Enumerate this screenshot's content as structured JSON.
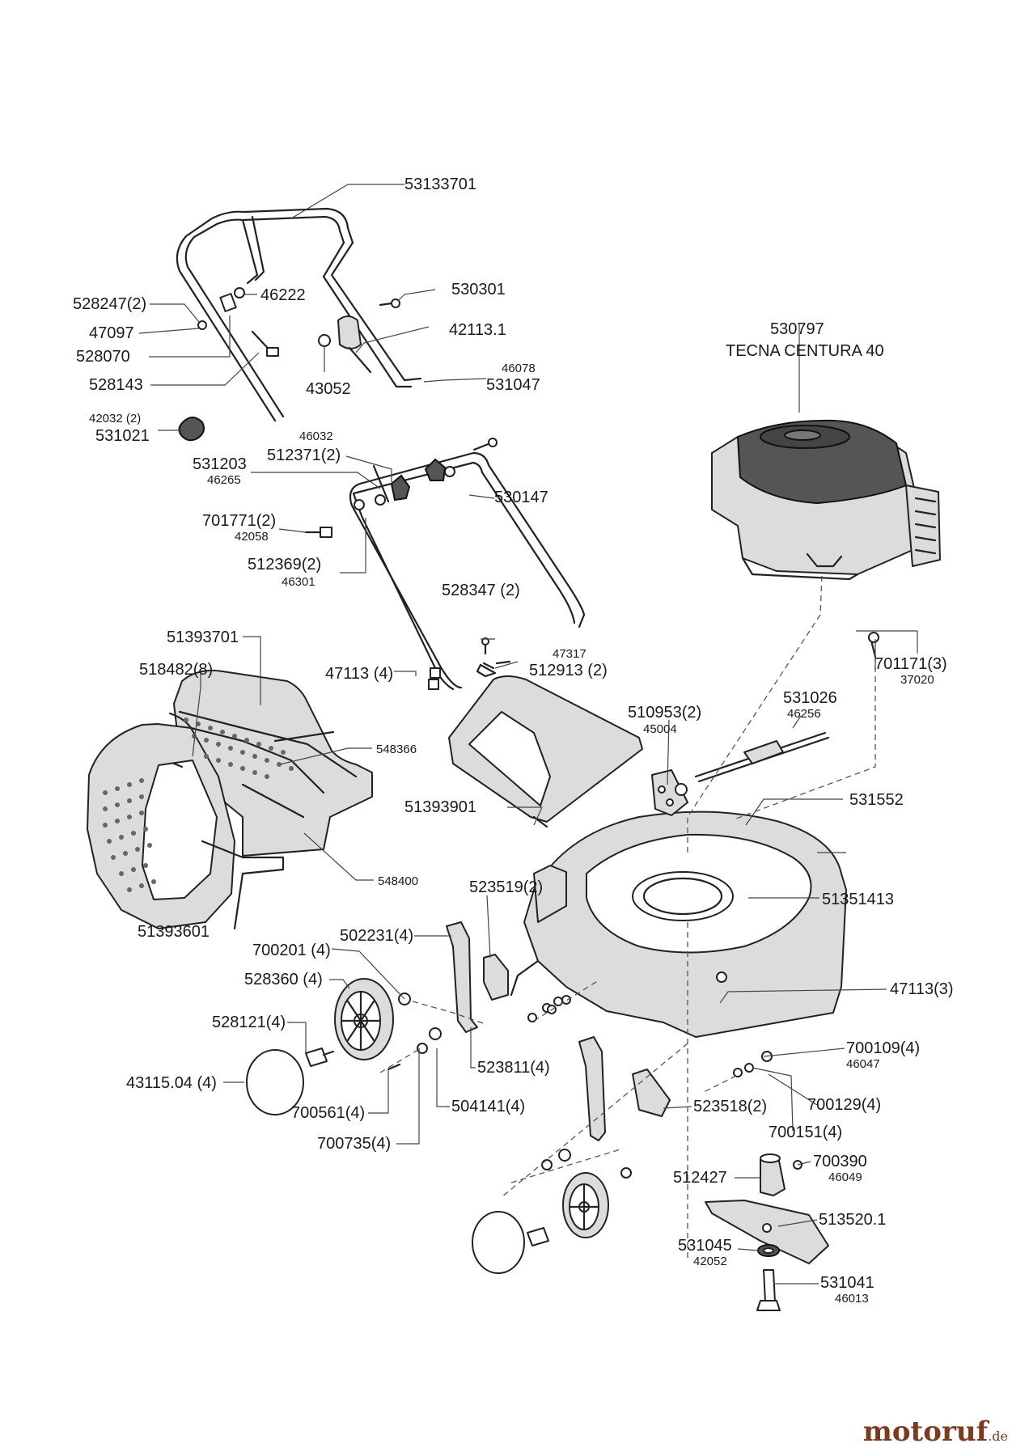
{
  "labels": {
    "l53133701": "53133701",
    "l528247": "528247(2)",
    "l46222": "46222",
    "l530301": "530301",
    "l47097": "47097",
    "l42113_1": "42113.1",
    "l528070": "528070",
    "l46078": "46078",
    "l531047": "531047",
    "l528143": "528143",
    "l43052": "43052",
    "l42032": "42032 (2)",
    "l531021": "531021",
    "l530797": "530797",
    "l_engine": "TECNA CENTURA 40",
    "l46032": "46032",
    "l512371": "512371(2)",
    "l531203": "531203",
    "l46265": "46265",
    "l530147": "530147",
    "l701771": "701771(2)",
    "l42058": "42058",
    "l512369": "512369(2)",
    "l46301": "46301",
    "l528347": "528347 (2)",
    "l51393701": "51393701",
    "l47317": "47317",
    "l512913": "512913 (2)",
    "l701171": "701171(3)",
    "l37020": "37020",
    "l518482": "518482(8)",
    "l47113a": "47113 (4)",
    "l531026": "531026",
    "l46256": "46256",
    "l510953": "510953(2)",
    "l45004": "45004",
    "l548366": "548366",
    "l531552": "531552",
    "l51393901": "51393901",
    "l548400": "548400",
    "l523519": "523519(2)",
    "l51351413": "51351413",
    "l502231": "502231(4)",
    "l51393601": "51393601",
    "l700201": "700201 (4)",
    "l528360": "528360 (4)",
    "l47113b": "47113(3)",
    "l528121": "528121(4)",
    "l700109": "700109(4)",
    "l46047": "46047",
    "l523811": "523811(4)",
    "l43115": "43115.04 (4)",
    "l700129": "700129(4)",
    "l504141": "504141(4)",
    "l523518": "523518(2)",
    "l700561": "700561(4)",
    "l700151": "700151(4)",
    "l700735": "700735(4)",
    "l700390": "700390",
    "l46049": "46049",
    "l512427": "512427",
    "l513520": "513520.1",
    "l531045": "531045",
    "l42052": "42052",
    "l531041": "531041",
    "l46013": "46013"
  },
  "watermark": {
    "brand": "motoruf",
    "suffix": ".de"
  }
}
